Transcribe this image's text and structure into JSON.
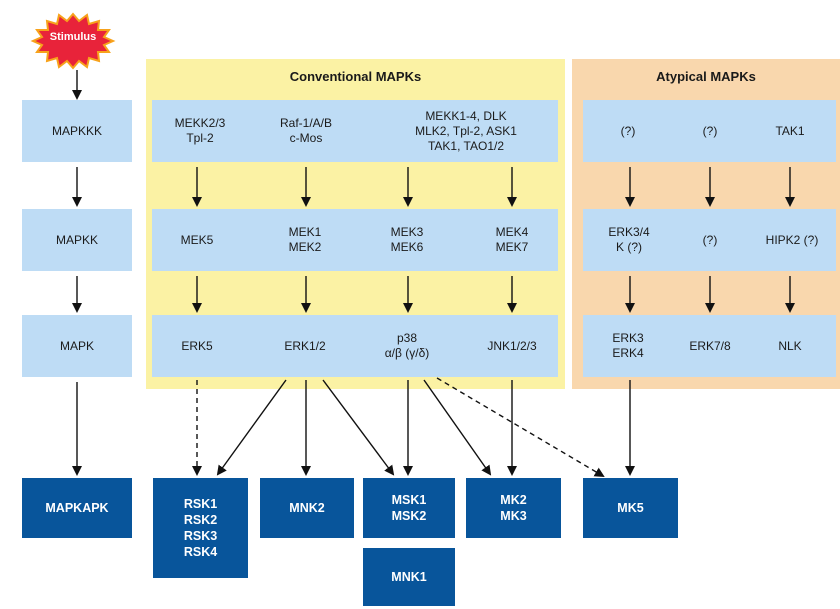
{
  "stimulus": "Stimulus",
  "levels": [
    "MAPKKK",
    "MAPKK",
    "MAPK",
    "MAPKAPK"
  ],
  "conventional": {
    "title": "Conventional MAPKs",
    "mapkkk": [
      "MEKK2/3\nTpl-2",
      "Raf-1/A/B\nc-Mos",
      "MEKK1-4, DLK\nMLK2, Tpl-2, ASK1\nTAK1, TAO1/2"
    ],
    "mapkk": [
      "MEK5",
      "MEK1\nMEK2",
      "MEK3\nMEK6",
      "MEK4\nMEK7"
    ],
    "mapk": [
      "ERK5",
      "ERK1/2",
      "p38\nα/β (γ/δ)",
      "JNK1/2/3"
    ]
  },
  "atypical": {
    "title": "Atypical MAPKs",
    "mapkkk": [
      "(?)",
      "(?)",
      "TAK1"
    ],
    "mapkk": [
      "ERK3/4\nK (?)",
      "(?)",
      "HIPK2 (?)"
    ],
    "mapk": [
      "ERK3\nERK4",
      "ERK7/8",
      "NLK"
    ]
  },
  "mapkapk": {
    "rsk": "RSK1\nRSK2\nRSK3\nRSK4",
    "mnk2": "MNK2",
    "msk": "MSK1\nMSK2",
    "mk23": "MK2\nMK3",
    "mk5": "MK5",
    "mnk1": "MNK1"
  },
  "colors": {
    "conventional_panel": "#fbf2a4",
    "atypical_panel": "#f9d7ad",
    "level_box": "#bedcf5",
    "target_box": "#08559b",
    "stimulus": "#e8233a"
  }
}
